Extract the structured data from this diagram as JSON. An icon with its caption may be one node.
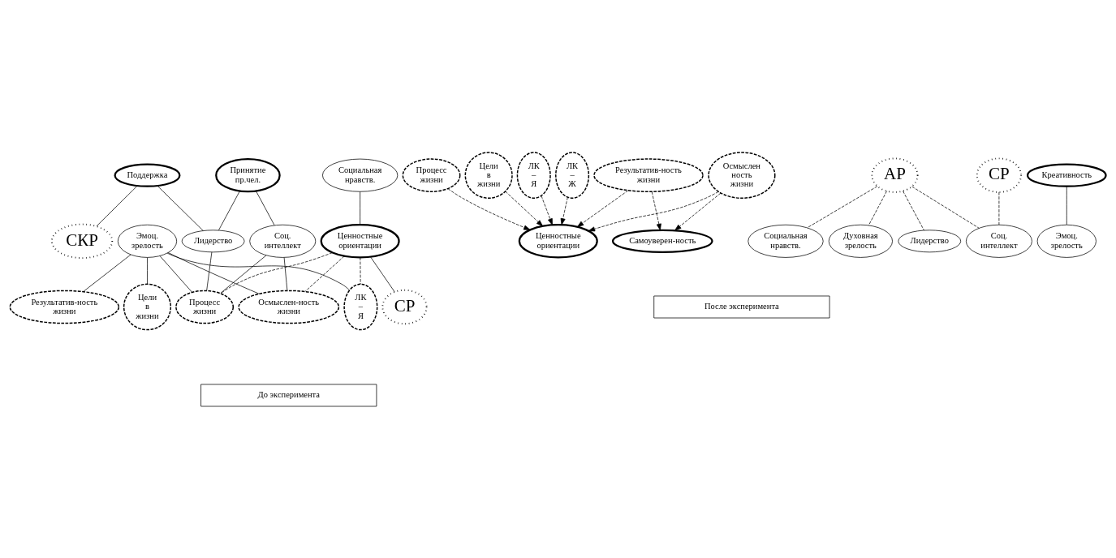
{
  "diagram": {
    "nodes": [
      {
        "text": [
          "Поддержка"
        ]
      },
      {
        "text": [
          "Ценностные ориентации"
        ]
      },
      {
        "text": [
          "СКР"
        ]
      },
      {
        "text": [
          "СР"
        ]
      },
      {
        "text": [
          "Принятие пр.чел."
        ]
      },
      {
        "text": [
          "Социальная нравств."
        ]
      },
      {
        "text": [
          "ЛК – Я"
        ]
      },
      {
        "text": [
          "Эмоц. зрелость"
        ]
      },
      {
        "text": [
          "Результатив-ность жизни"
        ]
      },
      {
        "text": [
          "Соц. интеллект"
        ]
      },
      {
        "text": [
          "Процесс жизни"
        ]
      },
      {
        "text": [
          "Лидерство"
        ]
      },
      {
        "text": [
          "Цели в жизни"
        ]
      },
      {
        "text": [
          "Осмыслен-ность жизни"
        ]
      },
      {
        "text": [
          "Ценностные ориентации"
        ]
      },
      {
        "text": [
          "Самоуверен-ность"
        ]
      },
      {
        "text": [
          "АР"
        ]
      },
      {
        "text": [
          "Креативность"
        ]
      },
      {
        "text": [
          "СР"
        ]
      },
      {
        "text": [
          "Социальная нравств."
        ]
      },
      {
        "text": [
          "ЛК – Я"
        ]
      },
      {
        "text": [
          "Духовная зрелость"
        ]
      },
      {
        "text": [
          "ЛК – Ж"
        ]
      },
      {
        "text": [
          "Эмоц. зрелость"
        ]
      },
      {
        "text": [
          "Результатив-ность жизни"
        ]
      },
      {
        "text": [
          "Соц. интеллект"
        ]
      },
      {
        "text": [
          "Процесс жизни"
        ]
      },
      {
        "text": [
          "Лидерство"
        ]
      },
      {
        "text": [
          "Цели в жизни"
        ]
      },
      {
        "text": [
          "Осмыслен ность жизни"
        ]
      },
      {
        "text": [
          "До эксперимента"
        ]
      },
      {
        "text": [
          "После эксперимента"
        ]
      }
    ],
    "edges": [
      {
        "from": 0,
        "to": 2,
        "arrow": "none"
      },
      {
        "from": 1,
        "to": 3,
        "arrow": "none"
      },
      {
        "from": 1,
        "to": 6,
        "arrow": "none",
        "style": "dashed"
      },
      {
        "from": 1,
        "to": 10,
        "arrow": "none",
        "style": "dashed"
      },
      {
        "from": 1,
        "to": 13,
        "arrow": "none",
        "style": "dashed"
      },
      {
        "from": 5,
        "to": 1,
        "arrow": "none"
      },
      {
        "from": 0,
        "to": 11,
        "arrow": "none"
      },
      {
        "from": 4,
        "to": 9,
        "arrow": "none"
      },
      {
        "from": 4,
        "to": 11,
        "arrow": "none"
      },
      {
        "from": 11,
        "to": 10,
        "arrow": "none"
      },
      {
        "from": 7,
        "to": 6,
        "arrow": "none"
      },
      {
        "from": 7,
        "to": 8,
        "arrow": "none"
      },
      {
        "from": 7,
        "to": 10,
        "arrow": "none"
      },
      {
        "from": 7,
        "to": 12,
        "arrow": "none"
      },
      {
        "from": 7,
        "to": 13,
        "arrow": "none"
      },
      {
        "from": 9,
        "to": 10,
        "arrow": "none"
      },
      {
        "from": 9,
        "to": 13,
        "arrow": "none"
      },
      {
        "from": 17,
        "to": 23,
        "arrow": "none"
      },
      {
        "from": 16,
        "to": 19,
        "arrow": "none",
        "style": "dashed"
      },
      {
        "from": 16,
        "to": 21,
        "arrow": "none",
        "style": "dashed"
      },
      {
        "from": 16,
        "to": 25,
        "arrow": "none",
        "style": "dashed"
      },
      {
        "from": 16,
        "to": 27,
        "arrow": "none",
        "style": "dashed"
      },
      {
        "from": 18,
        "to": 25,
        "arrow": "none",
        "style": "dashed"
      },
      {
        "from": 24,
        "to": 15,
        "arrow": "to",
        "style": "dashed"
      },
      {
        "from": 29,
        "to": 15,
        "arrow": "to",
        "style": "dashed"
      },
      {
        "from": 20,
        "to": 14,
        "arrow": "to",
        "style": "dashed"
      },
      {
        "from": 22,
        "to": 14,
        "arrow": "to",
        "style": "dashed"
      },
      {
        "from": 24,
        "to": 14,
        "arrow": "to",
        "style": "dashed"
      },
      {
        "from": 26,
        "to": 14,
        "arrow": "to",
        "style": "dashed"
      },
      {
        "from": 28,
        "to": 14,
        "arrow": "to",
        "style": "dashed"
      },
      {
        "from": 29,
        "to": 14,
        "arrow": "to",
        "style": "dashed"
      }
    ]
  }
}
